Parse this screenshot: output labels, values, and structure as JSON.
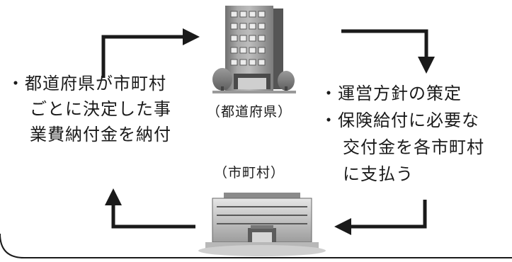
{
  "left_text": {
    "line1": "・都道府県が市町村",
    "line2": "ごとに決定した事",
    "line3": "業費納付金を納付"
  },
  "right_text": {
    "item1": "・運営方針の策定",
    "item2_line1": "・保険給付に必要な",
    "item2_line2": "交付金を各市町村",
    "item2_line3": "に支払う"
  },
  "labels": {
    "prefecture": "（都道府県）",
    "municipality": "（市町村）"
  },
  "icons": {
    "top": "prefecture-office-building-icon",
    "bottom": "municipal-office-building-icon"
  },
  "colors": {
    "line": "#1a1a1a",
    "building_dark": "#7a7a7a",
    "building_light": "#d9d9d9"
  }
}
